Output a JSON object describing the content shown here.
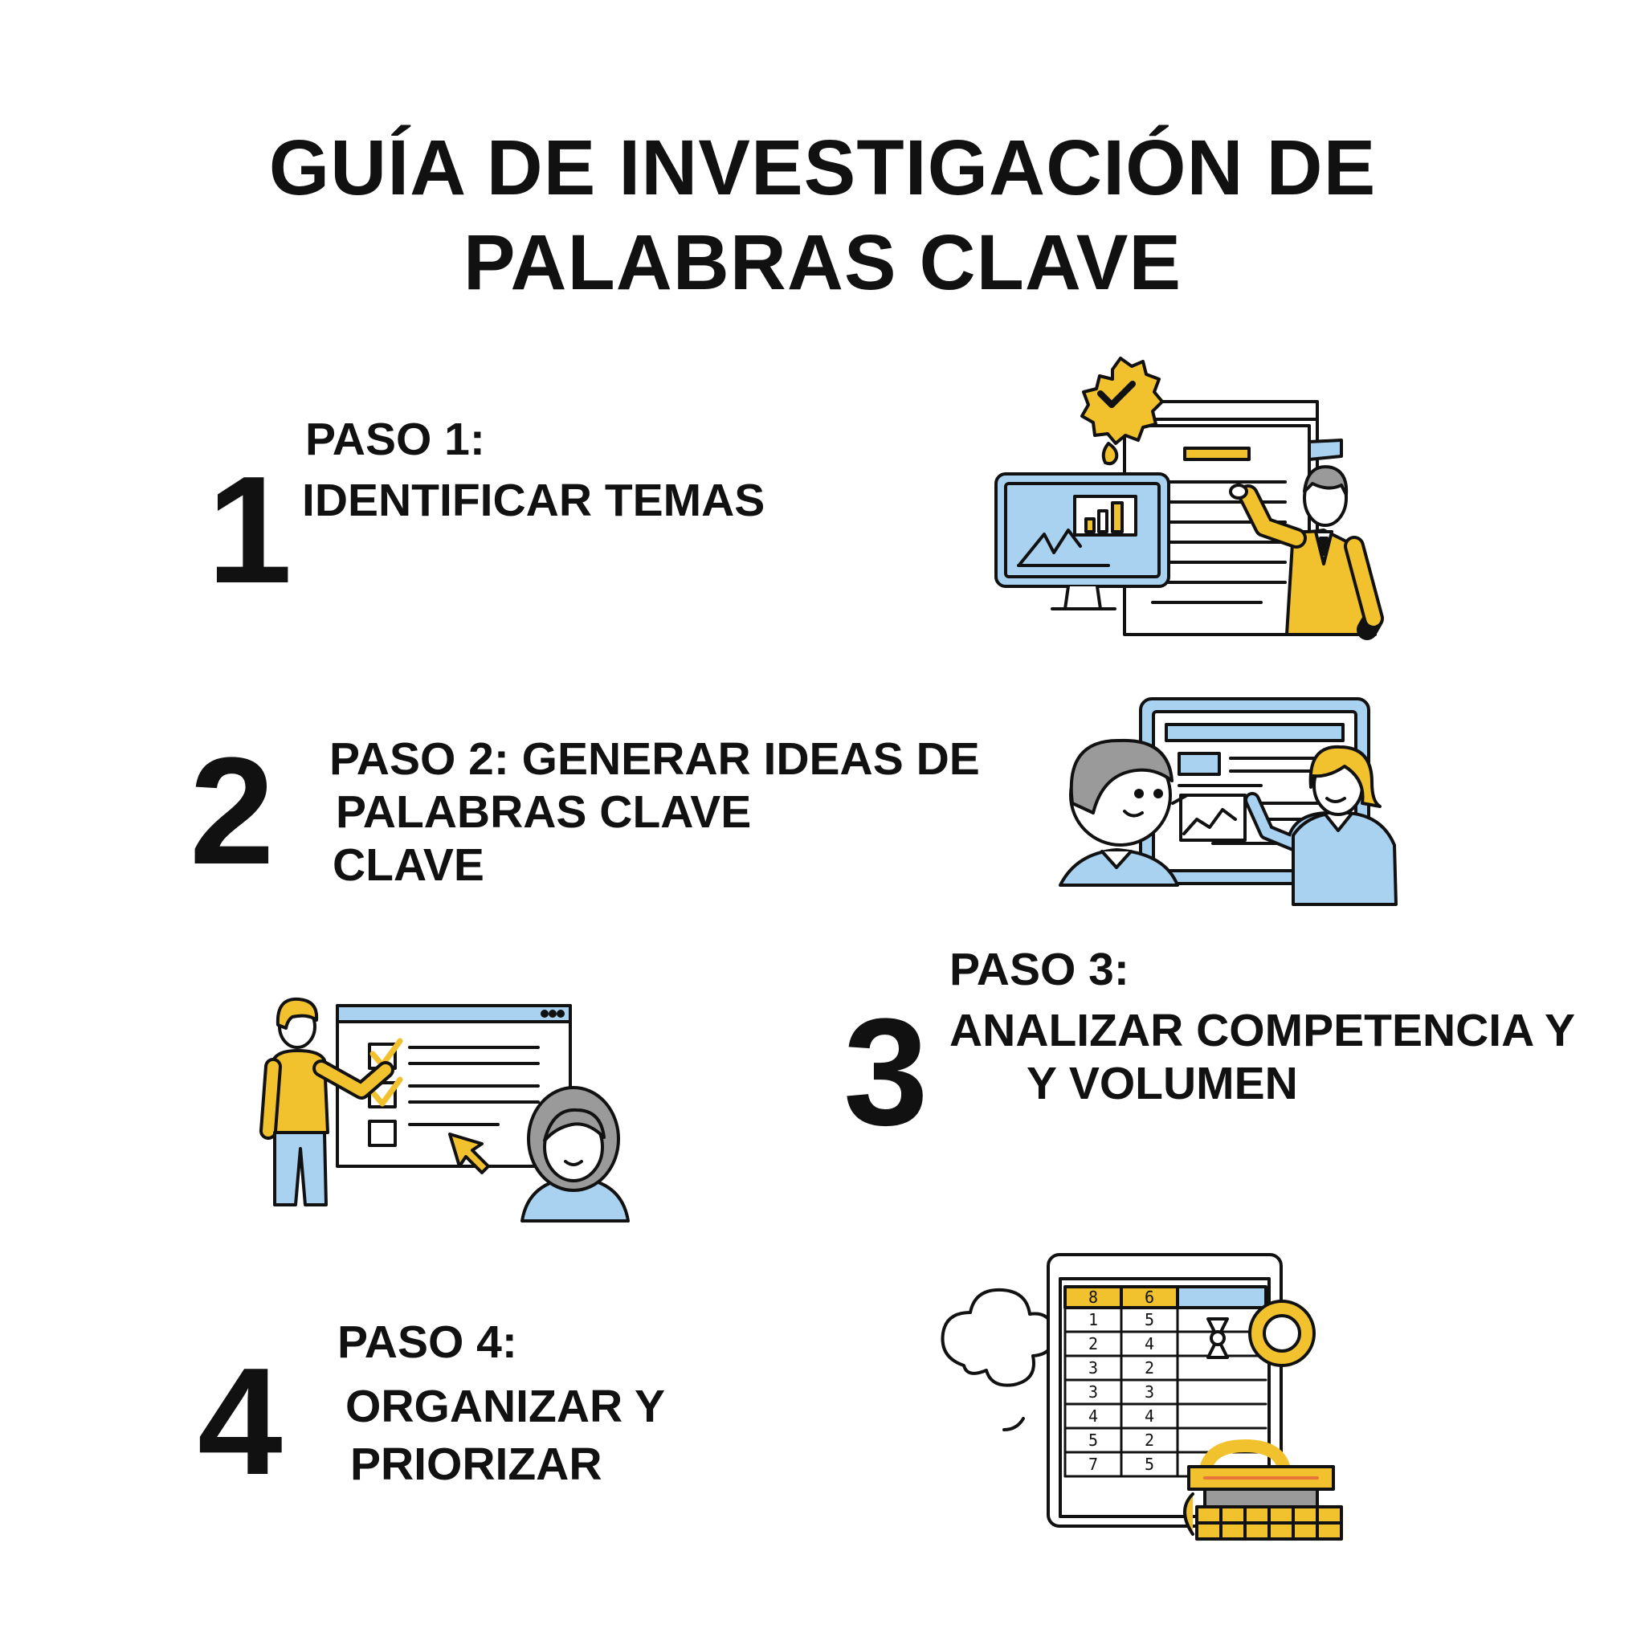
{
  "title": {
    "line1": "GUÍA DE INVESTIGACIÓN DE",
    "line2": "PALABRAS CLAVE"
  },
  "colors": {
    "yellow": "#F2C22E",
    "blue": "#A9D1F0",
    "gray": "#9A9A9A",
    "ink": "#111111"
  },
  "steps": [
    {
      "number": "1",
      "lines": [
        "PASO 1:",
        "IDENTIFICAR TEMAS"
      ],
      "illustration": "monitor-chart-presenter-icon"
    },
    {
      "number": "2",
      "lines": [
        "PASO 2: GENERAR IDEAS DE",
        "PALABRAS CLAVE",
        "CLAVE"
      ],
      "illustration": "two-people-screen-icon"
    },
    {
      "number": "3",
      "lines": [
        "PASO 3:",
        "ANALIZAR COMPETENCIA Y",
        "Y VOLUMEN"
      ],
      "illustration": "checklist-presenter-icon"
    },
    {
      "number": "4",
      "lines": [
        "PASO 4:",
        "ORGANIZAR Y",
        "PRIORIZAR"
      ],
      "illustration": "spreadsheet-basket-icon"
    }
  ],
  "spreadsheet": {
    "header": [
      "8",
      "6"
    ],
    "col1": [
      "1",
      "2",
      "3",
      "3",
      "4",
      "5",
      "7"
    ],
    "col2": [
      "5",
      "4",
      "2",
      "3",
      "4",
      "2",
      "5"
    ]
  }
}
